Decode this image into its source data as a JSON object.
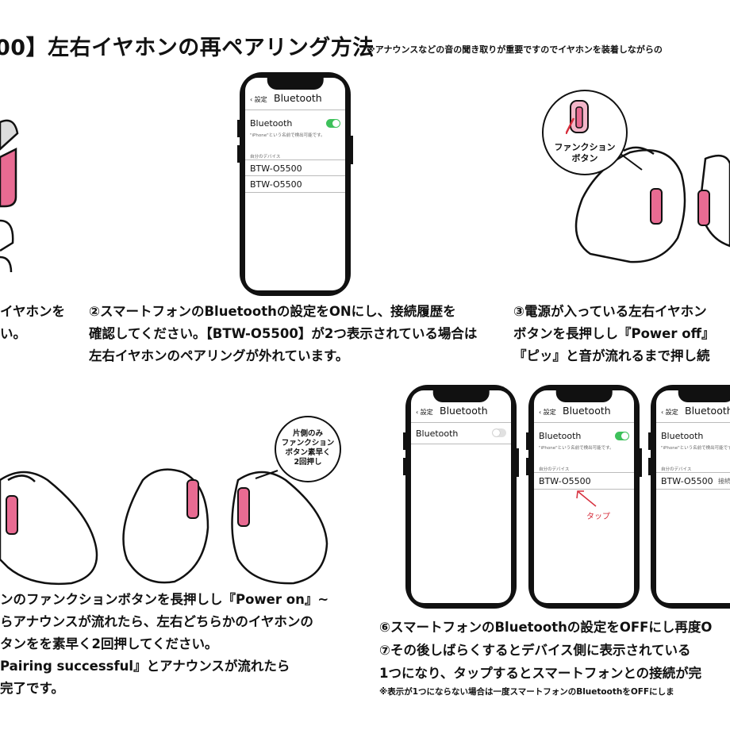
{
  "title": "00】左右イヤホンの再ペアリング方法",
  "top_note": "※アナウンスなどの音の聞き取りが重要ですのでイヤホンを装着しながらの",
  "colors": {
    "accent": "#e86b92",
    "pink_light": "#f3b6c9",
    "toggle_on": "#3ec15b",
    "arrow": "#d62d3b"
  },
  "phone_main": {
    "back": "設定",
    "title": "Bluetooth",
    "bt_label": "Bluetooth",
    "bt_on": true,
    "discover_note": "\"iPhone\"という名前で検出可能です。",
    "my_devices": "自分のデバイス",
    "devices": [
      "BTW-O5500",
      "BTW-O5500"
    ]
  },
  "step1": {
    "lines": [
      "イヤホンを",
      "い。"
    ]
  },
  "step2": {
    "lines": [
      "②スマートフォンのBluetoothの設定をONにし、接続履歴を",
      "確認してください。【BTW-O5500】が2つ表示されている場合は",
      "左右イヤホンのペアリングが外れています。"
    ]
  },
  "step3": {
    "bubble_lines": [
      "ファンクション",
      "ボタン"
    ],
    "lines": [
      "③電源が入っている左右イヤホン",
      "ボタンを長押しし『Power off』",
      "『ピッ』と音が流れるまで押し続"
    ]
  },
  "step4": {
    "lines": [
      "ンのファンクションボタンを長押しし『Power on』~",
      "らアナウンスが流れたら、左右どちらかのイヤホンの",
      "タンをを素早く2回押してください。",
      "Pairing successful』とアナウンスが流れたら",
      "完了です。"
    ]
  },
  "double_press_bubble": [
    "片側のみ",
    "ファンクション",
    "ボタン素早く",
    "2回押し"
  ],
  "phones_bottom": [
    {
      "back": "設定",
      "title": "Bluetooth",
      "bt_label": "Bluetooth",
      "bt_on": false
    },
    {
      "back": "設定",
      "title": "Bluetooth",
      "bt_label": "Bluetooth",
      "bt_on": true,
      "discover_note": "\"iPhone\"という名前で検出可能です。",
      "my_devices": "自分のデバイス",
      "device": "BTW-O5500",
      "tap_label": "タップ"
    },
    {
      "back": "設定",
      "title": "Bluetooth",
      "bt_label": "Bluetooth",
      "discover_note": "\"iPhone\"という名前で検出可能です。",
      "my_devices": "自分のデバイス",
      "device": "BTW-O5500",
      "status": "接続"
    }
  ],
  "step6": {
    "lines": [
      "⑥スマートフォンのBluetoothの設定をOFFにし再度O",
      "⑦その後しばらくするとデバイス側に表示されている",
      "1つになり、タップするとスマートフォンとの接続が完"
    ]
  },
  "bottom_note": "※表示が1つにならない場合は一度スマートフォンのBluetoothをOFFにしま"
}
